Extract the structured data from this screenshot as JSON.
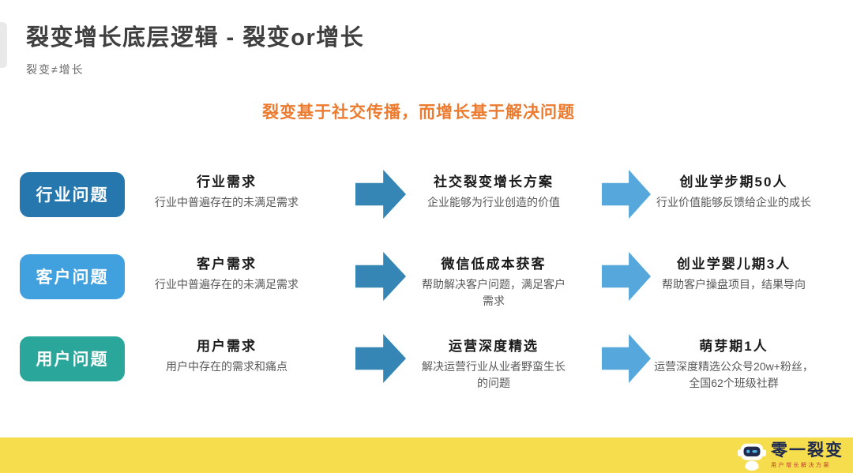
{
  "page": {
    "title": "裂变增长底层逻辑 - 裂变or增长",
    "subtitle": "裂变≠增长",
    "statement": "裂变基于社交传播，而增长基于解决问题"
  },
  "colors": {
    "statement_orange": "#ED7B2F",
    "footer_yellow": "#F5DD4E",
    "arrow_dark": "#3585B5",
    "arrow_light": "#55A7DC",
    "row1_label": "#2677AE",
    "row2_label": "#41A0DE",
    "row3_label": "#2BA69B",
    "logo_navy": "#1F2A4D",
    "tagline_red": "#C0392B"
  },
  "rows": [
    {
      "label": "行业问题",
      "label_color": "#2677AE",
      "cols": [
        {
          "title": "行业需求",
          "desc": "行业中普遍存在的未满足需求"
        },
        {
          "title": "社交裂变增长方案",
          "desc": "企业能够为行业创造的价值"
        },
        {
          "title": "创业学步期50人",
          "desc": "行业价值能够反馈给企业的成长"
        }
      ]
    },
    {
      "label": "客户问题",
      "label_color": "#41A0DE",
      "cols": [
        {
          "title": "客户需求",
          "desc": "行业中普遍存在的未满足需求"
        },
        {
          "title": "微信低成本获客",
          "desc": "帮助解决客户问题，满足客户需求"
        },
        {
          "title": "创业学婴儿期3人",
          "desc": "帮助客户操盘项目，结果导向"
        }
      ]
    },
    {
      "label": "用户问题",
      "label_color": "#2BA69B",
      "cols": [
        {
          "title": "用户需求",
          "desc": "用户中存在的需求和痛点"
        },
        {
          "title": "运营深度精选",
          "desc": "解决运营行业从业者野蛮生长的问题"
        },
        {
          "title": "萌芽期1人",
          "desc": "运营深度精选公众号20w+粉丝，全国62个班级社群"
        }
      ]
    }
  ],
  "footer": {
    "logo_name": "零一裂变",
    "logo_tagline": "用户增长解决方案"
  }
}
